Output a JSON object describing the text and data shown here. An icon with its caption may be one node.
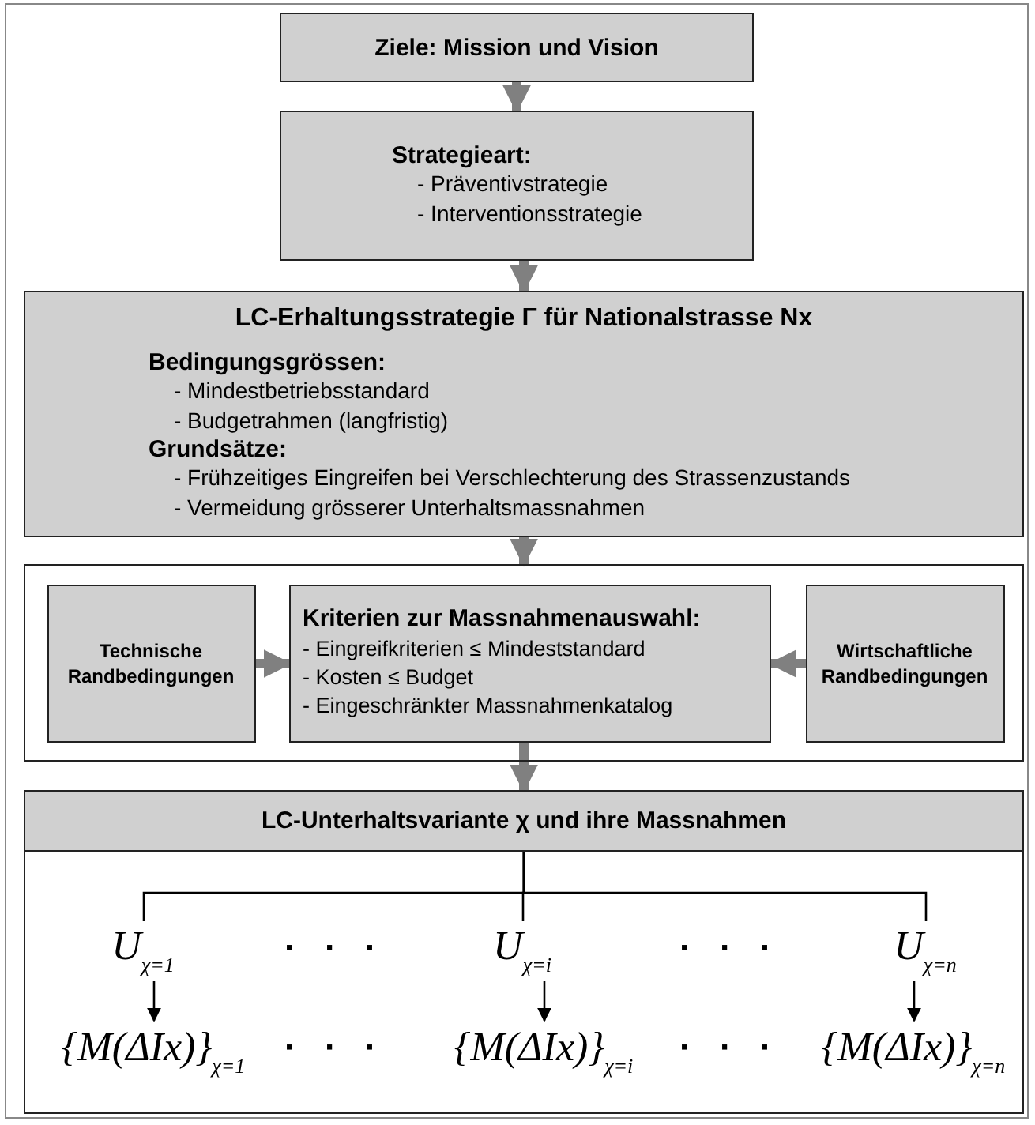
{
  "diagram": {
    "nodes": [
      {
        "text": [
          "Ziele: Mission und Vision"
        ]
      },
      {
        "text": [
          "Strategieart:",
          "- Präventivstrategie",
          "- Interventionsstrategie"
        ]
      },
      {
        "text": [
          "LC-Erhaltungsstrategie Γ für Nationalstrasse Nx",
          "Bedingungsgrössen:",
          "- Mindestbetriebsstandard",
          "- Budgetrahmen (langfristig)",
          "Grundsätze:",
          "- Frühzeitiges Eingreifen bei Verschlechterung des Strassenzustands",
          "- Vermeidung grösserer Unterhaltsmassnahmen"
        ]
      },
      {
        "text": [],
        "shape": "box"
      },
      {
        "text": [
          "Technische Randbedingungen"
        ],
        "in": 3
      },
      {
        "text": [
          "Kriterien zur Massnahmenauswahl:",
          "- Eingreifkriterien ≤ Mindeststandard",
          "- Kosten ≤ Budget",
          "- Eingeschränkter Massnahmenkatalog"
        ],
        "in": 3
      },
      {
        "text": [
          "Wirtschaftliche Randbedingungen"
        ],
        "in": 3
      },
      {
        "text": [
          "LC-Unterhaltsvariante χ und ihre Massnahmen"
        ]
      },
      {
        "text": [
          "U$_{χ=1}$"
        ],
        "in": 7
      },
      {
        "text": [
          "U$_{χ=i}$"
        ],
        "in": 7
      },
      {
        "text": [
          "U$_{χ=n}$"
        ],
        "in": 7
      },
      {
        "text": [
          "{M(ΔIx)}$_{χ=1}$"
        ],
        "in": 7
      },
      {
        "text": [
          "{M(ΔIx)}$_{χ=i}$"
        ],
        "in": 7
      },
      {
        "text": [
          "{M(ΔIx)}$_{χ=n}$"
        ],
        "in": 7
      }
    ],
    "edges": [
      {
        "from": 0,
        "to": 1,
        "arrow": "to",
        "style": "thick",
        "color": "#808080"
      },
      {
        "from": 1,
        "to": 2,
        "arrow": "to",
        "style": "thick",
        "color": "#808080"
      },
      {
        "from": 2,
        "to": 3,
        "arrow": "to",
        "style": "thick",
        "color": "#808080"
      },
      {
        "from": 4,
        "to": 5,
        "arrow": "to",
        "style": "thick",
        "color": "#808080"
      },
      {
        "from": 6,
        "to": 5,
        "arrow": "to",
        "style": "thick",
        "color": "#808080"
      },
      {
        "from": 5,
        "to": 7,
        "arrow": "to",
        "style": "thick",
        "color": "#808080"
      },
      {
        "from": 7,
        "to": 8,
        "arrow": "none",
        "color": "#000000"
      },
      {
        "from": 7,
        "to": 9,
        "arrow": "none",
        "color": "#000000"
      },
      {
        "from": 7,
        "to": 10,
        "arrow": "none",
        "color": "#000000"
      },
      {
        "from": 8,
        "to": 11,
        "arrow": "to",
        "color": "#000000"
      },
      {
        "from": 9,
        "to": 12,
        "arrow": "to",
        "color": "#000000"
      },
      {
        "from": 10,
        "to": 13,
        "arrow": "to",
        "color": "#000000"
      }
    ],
    "labels": [
      "· · ·",
      "· · ·",
      "· · ·",
      "· · ·"
    ]
  }
}
